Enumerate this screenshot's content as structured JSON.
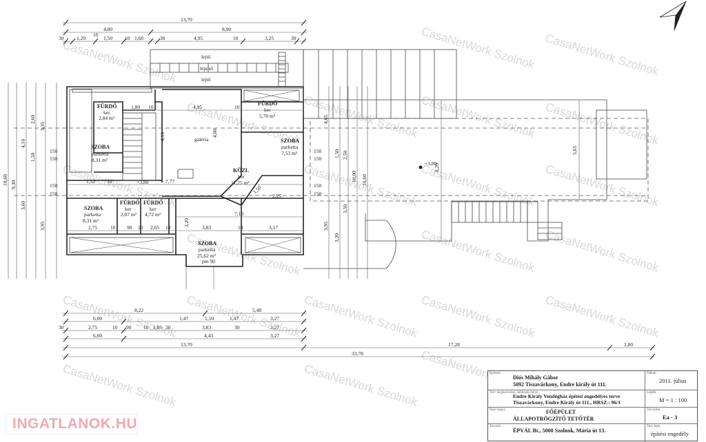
{
  "watermark": "CasaNetWork Szolnok",
  "logo": {
    "text": "INGATLANOK.HU",
    "color": "#f1a9ae"
  },
  "top_dims": {
    "total": "13,70",
    "row2": [
      "4,80",
      "8,90"
    ],
    "row3": [
      "30",
      "1,20",
      "10",
      "1,50",
      "10",
      "1,60",
      "30",
      "4,95",
      "10",
      "3,25",
      "30"
    ]
  },
  "terrace_labels": [
    "lejtő",
    "lépcső",
    "lejtő"
  ],
  "rooms": [
    {
      "name": "FÜRDŐ",
      "floor": "ker",
      "area": "2,84 m²"
    },
    {
      "name": "SZOBA",
      "floor": "parketta",
      "area": "8,31 m²"
    },
    {
      "name": "galéria"
    },
    {
      "name": "FÜRDŐ",
      "floor": "ker",
      "area": "5,70 m²"
    },
    {
      "name": "SZOBA",
      "floor": "parketta",
      "area": "7,53 m²"
    },
    {
      "name": "KÖZL",
      "floor": "ker",
      "area": "11,25 m²"
    },
    {
      "name": "SZOBA",
      "floor": "parketta",
      "area": "8,31 m²"
    },
    {
      "name": "FÜRDŐ",
      "floor": "ker",
      "area": "2,07 m²"
    },
    {
      "name": "FÜRDŐ",
      "floor": "ker",
      "area": "4,72 m²"
    },
    {
      "name": "SZOBA",
      "floor": "parketta",
      "area": "25,62 m²",
      "note": "pm 90"
    }
  ],
  "levels": [
    "+3,80",
    "+3,80"
  ],
  "inner_dims": [
    "1,80",
    "10",
    "4,95",
    "10",
    "4,10",
    "4,80",
    "7,77",
    "1,52",
    "10",
    "2,25",
    "7,10",
    "2,75",
    "10",
    "90",
    "10",
    "2,05",
    "10",
    "3,83",
    "10",
    "3,17",
    "3,20",
    "1,50",
    "8,20",
    "5,65"
  ],
  "left_dims": [
    "10,60",
    "9,30",
    "3,35",
    "3,95",
    "4,10",
    "3,60",
    "2,60",
    "1,50",
    "150",
    "150",
    "150",
    "150"
  ],
  "right_dims": [
    "10,60",
    "10,00",
    "4,05",
    "3,95",
    "3,50",
    "3,20",
    "2,50",
    "1,50",
    "150",
    "150",
    "150",
    "150"
  ],
  "bottom_dims": {
    "row1": [
      "8,22",
      "5,48"
    ],
    "row2": [
      "6,00",
      "1,47",
      "1,50",
      "1,47",
      "3,27"
    ],
    "row3": [
      "30",
      "2,75",
      "10",
      "90",
      "10",
      "1,85",
      "30",
      "3,83",
      "30",
      "3,27"
    ],
    "row4": [
      "6,00",
      "4,43",
      "3,27"
    ],
    "row5": [
      "13,70",
      "17,28",
      "2,80"
    ],
    "row6": [
      "33,78"
    ]
  },
  "title_block": {
    "client_caption": "Építtető",
    "client_name": "Diós Mihály Gábor",
    "client_address": "5092 Tiszavárkony, Endre király út 111.",
    "project_caption": "Terv megnevezése, építkezés helye",
    "project_line1": "Endre Király Vendégház építési engedélyes terve",
    "project_line2": "Tiszavárkony, Endre Király út 111., HRSZ.: 96/1",
    "drawing_caption": "Rajz tárgya",
    "drawing_line1": "FŐÉPÜLET",
    "drawing_line2": "ÁLLAPOTRÖGZÍTŐ TETŐTÉR",
    "designer_caption": "Tervező",
    "designer": "ÉPVÁL Bt., 5000 Szolnok, Mária út 13.",
    "date_caption": "Dátum",
    "date": "2011. július",
    "scale_caption": "Lépték",
    "scale": "M = 1 : 100",
    "number_caption": "Tervszám",
    "number": "Ea - 3",
    "type_caption": "Terv fajta",
    "type": "építési engedély"
  }
}
